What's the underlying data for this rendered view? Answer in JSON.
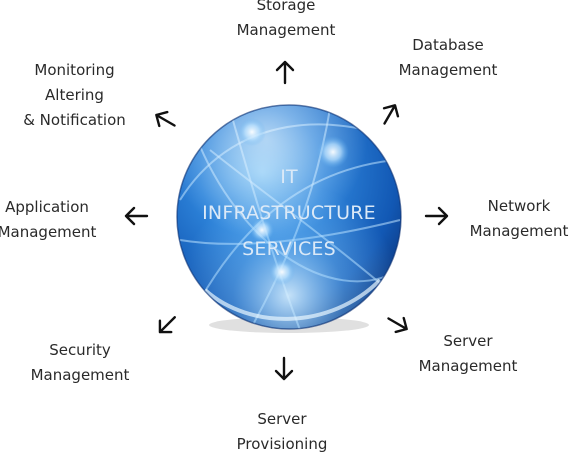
{
  "center": {
    "line1": "IT",
    "line2": "INFRASTRUCTURE",
    "line3": "SERVICES"
  },
  "nodes": {
    "storage": {
      "line1": "Storage",
      "line2": "Management"
    },
    "database": {
      "line1": "Database",
      "line2": "Management"
    },
    "network": {
      "line1": "Network",
      "line2": "Management"
    },
    "server": {
      "line1": "Server",
      "line2": "Management"
    },
    "provisioning": {
      "line1": "Server",
      "line2": "Provisioning"
    },
    "security": {
      "line1": "Security",
      "line2": "Management"
    },
    "application": {
      "line1": "Application",
      "line2": "Management"
    },
    "monitoring": {
      "line1": "Monitoring",
      "line2": "Altering",
      "line3": "& Notification"
    }
  },
  "colors": {
    "globe_dark": "#0a3f8a",
    "globe_mid": "#1f73d0",
    "globe_light": "#5fb0f0",
    "text": "#2a2a2a",
    "arrow": "#111111"
  }
}
